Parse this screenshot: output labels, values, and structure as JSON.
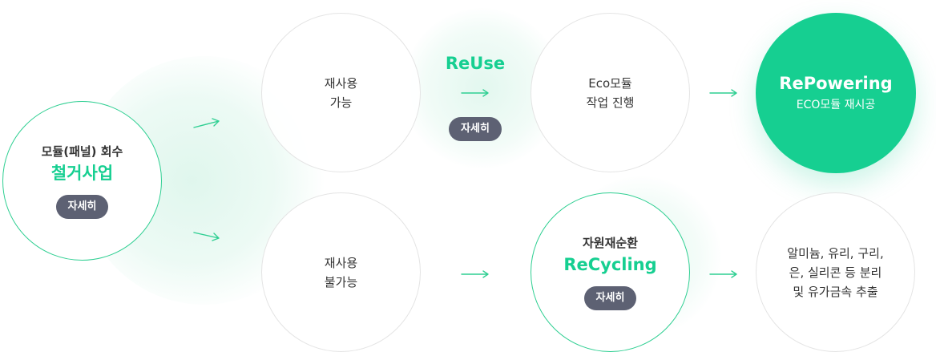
{
  "collection": {
    "subtitle": "모듈(패널) 회수",
    "title": "철거사업",
    "detail_label": "자세히"
  },
  "reuse_possible": {
    "line1": "재사용",
    "line2": "가능"
  },
  "reuse_impossible": {
    "line1": "재사용",
    "line2": "불가능"
  },
  "reuse": {
    "label": "ReUse",
    "detail_label": "자세히"
  },
  "eco_work": {
    "line1": "Eco모듈",
    "line2": "작업 진행"
  },
  "repowering": {
    "title": "RePowering",
    "subtitle": "ECO모듈 재시공"
  },
  "recycling": {
    "subtitle": "자원재순환",
    "title": "ReCycling",
    "detail_label": "자세히"
  },
  "extraction": {
    "line1": "알미늄, 유리, 구리,",
    "line2": "은, 실리콘 등 분리",
    "line3": "및 유가금속 추출"
  },
  "colors": {
    "accent": "#16cf91",
    "pill": "#5d6173",
    "border": "#e4e4e4",
    "text": "#333333"
  }
}
